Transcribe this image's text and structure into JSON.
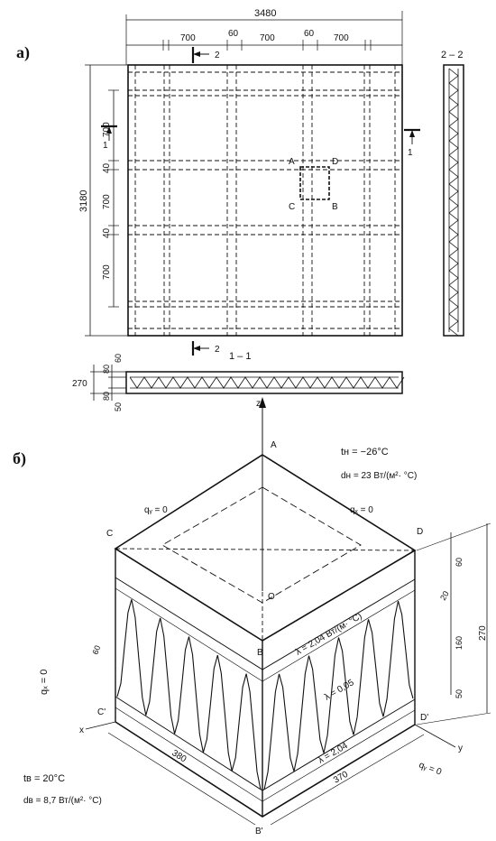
{
  "panel_a": {
    "label": "а)",
    "dim_total_width": "3480",
    "dim_700_1": "700",
    "dim_60_1": "60",
    "dim_700_2": "700",
    "dim_60_2": "60",
    "dim_700_3": "700",
    "dim_total_height": "3180",
    "dim_v_700_1": "700",
    "dim_v_40_1": "40",
    "dim_v_700_2": "700",
    "dim_v_40_2": "40",
    "dim_v_700_3": "700",
    "section_mark_1": "1",
    "section_mark_2": "2",
    "pt_A": "A",
    "pt_D": "D",
    "pt_C": "C",
    "pt_B": "B",
    "section_22_label": "2 – 2",
    "section_11_label": "1 – 1",
    "sec_dim_270": "270",
    "sec_dim_60": "60",
    "sec_dim_80a": "80",
    "sec_dim_80b": "80",
    "sec_dim_50": "50"
  },
  "panel_b": {
    "label": "б)",
    "axis_z": "z",
    "axis_x": "x",
    "axis_y": "y",
    "pt_A": "A",
    "pt_C": "C",
    "pt_D": "D",
    "pt_O": "O",
    "pt_B": "B",
    "pt_C1": "C'",
    "pt_D1": "D'",
    "pt_B1": "B'",
    "t_out": "tн = −26°C",
    "alpha_out": "dн = 23 Вт/(м²· °C)",
    "qy_top": "qᵧ = 0",
    "qx_top": "qₓ = 0",
    "qx_left": "qₓ = 0",
    "qy_bottom": "qᵧ = 0",
    "lambda_top": "λ = 2,04 Вт/(м· °C)",
    "lambda_mid": "λ = 0,05",
    "lambda_bot": "λ = 2,04",
    "t_in": "tв = 20°C",
    "alpha_in": "dв = 8,7 Вт/(м²· °C)",
    "dim_380": "380",
    "dim_370": "370",
    "dim_60": "60",
    "dim_20": "20",
    "dim_160": "160",
    "dim_50": "50",
    "dim_270": "270",
    "dim_left_60": "60"
  }
}
